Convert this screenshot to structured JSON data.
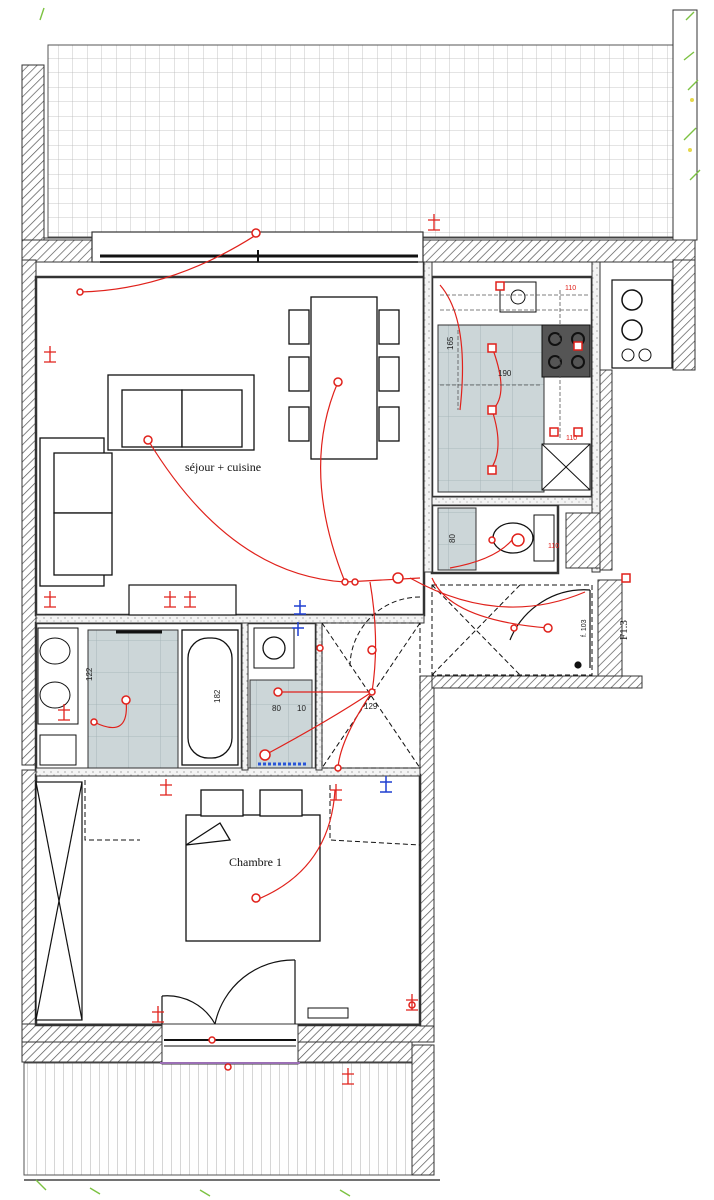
{
  "rooms": {
    "sejour": "séjour + cuisine",
    "chambre": "Chambre 1"
  },
  "dimensions": {
    "kitchen_depth": "165",
    "kitchen_width": "190",
    "wc_depth": "80",
    "bath_122": "122",
    "bath_182": "182",
    "shower_80": "80",
    "shower_10": "10",
    "hall_129": "129",
    "door_103": "f. 103",
    "kitchen_110_a": "110",
    "kitchen_110_b": "110",
    "kitchen_110_c": "110"
  },
  "codes": {
    "stair_code": "F1.3"
  },
  "colors": {
    "wall": "#3a3a3a",
    "tile": "#ccd6d8",
    "grid": "#b8b8b8",
    "electric": "#e0211b",
    "plumbing_blue": "#1f3fd0",
    "vegetation": "#7cc242"
  }
}
